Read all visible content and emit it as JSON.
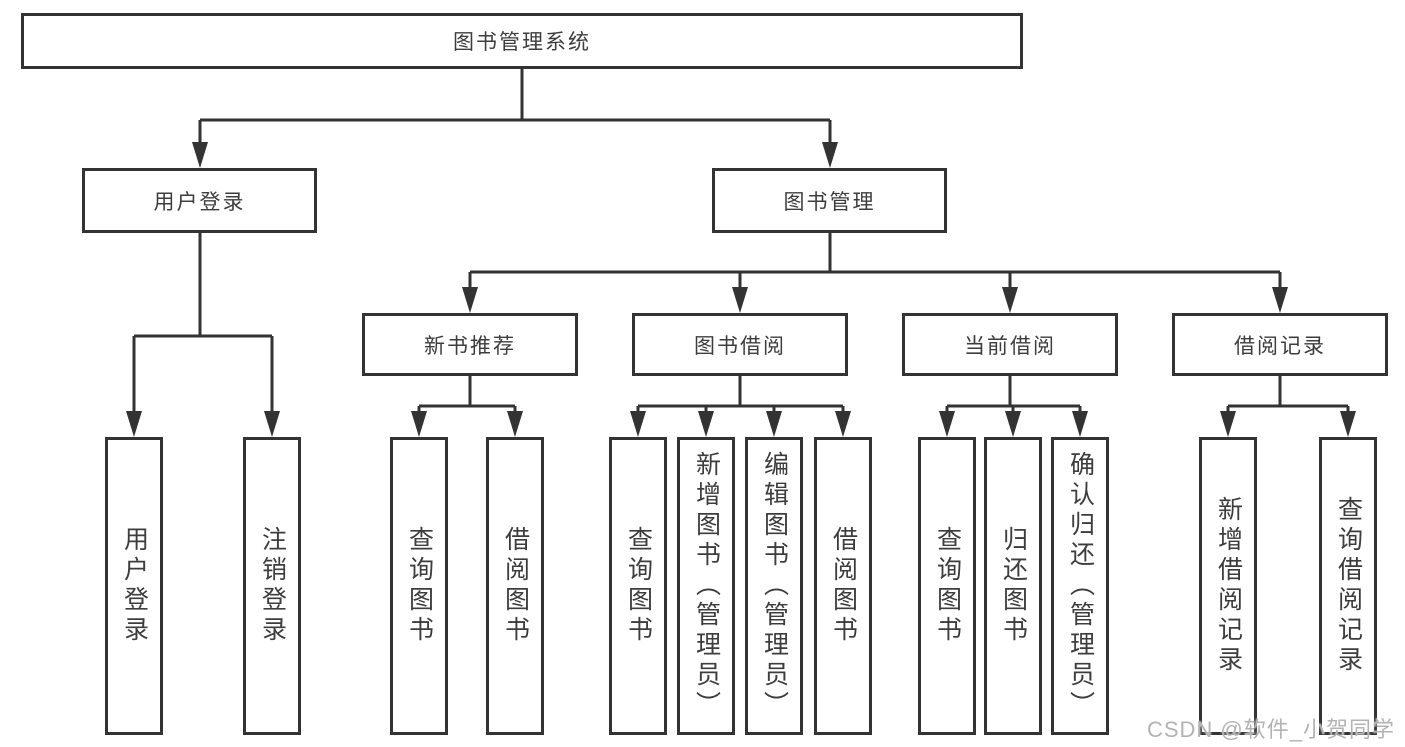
{
  "diagram_title": "图书管理系统",
  "watermark": "CSDN @软件_小贺同学",
  "colors": {
    "line": "#333333",
    "box_border": "#333333",
    "text": "#3d3d3d",
    "background": "#ffffff",
    "watermark": "#b3b3b3"
  },
  "tree": {
    "label": "图书管理系统",
    "children": [
      {
        "label": "用户登录",
        "children": [
          {
            "label": "用户登录"
          },
          {
            "label": "注销登录"
          }
        ]
      },
      {
        "label": "图书管理",
        "children": [
          {
            "label": "新书推荐",
            "children": [
              {
                "label": "查询图书"
              },
              {
                "label": "借阅图书"
              }
            ]
          },
          {
            "label": "图书借阅",
            "children": [
              {
                "label": "查询图书"
              },
              {
                "label": "新增图书（管理员）"
              },
              {
                "label": "编辑图书（管理员）"
              },
              {
                "label": "借阅图书"
              }
            ]
          },
          {
            "label": "当前借阅",
            "children": [
              {
                "label": "查询图书"
              },
              {
                "label": "归还图书"
              },
              {
                "label": "确认归还（管理员）"
              }
            ]
          },
          {
            "label": "借阅记录",
            "children": [
              {
                "label": "新增借阅记录"
              },
              {
                "label": "查询借阅记录"
              }
            ]
          }
        ]
      }
    ]
  }
}
